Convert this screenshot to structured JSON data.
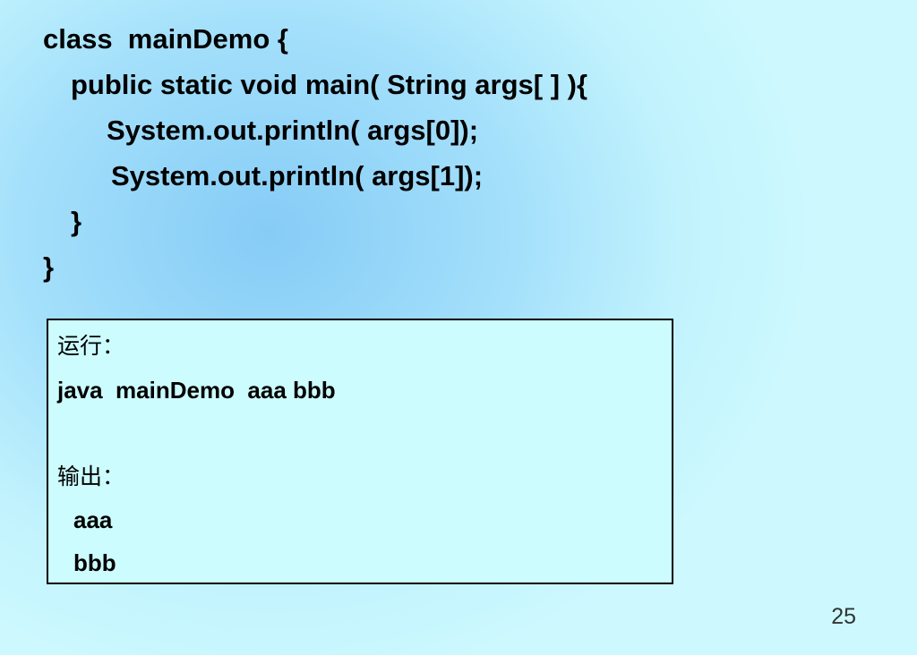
{
  "code": {
    "line1": "class  mainDemo {",
    "line2": "public static void main( String args[ ] ){",
    "line3": "System.out.println( args[0]);",
    "line4": "System.out.println( args[1]);",
    "line5": "}",
    "line6": "}"
  },
  "output_box": {
    "run_label": "运行：",
    "command": "java  mainDemo  aaa bbb",
    "output_label": "输出：",
    "output_line1": "aaa",
    "output_line2": "bbb"
  },
  "slide": {
    "page_number": "25"
  }
}
